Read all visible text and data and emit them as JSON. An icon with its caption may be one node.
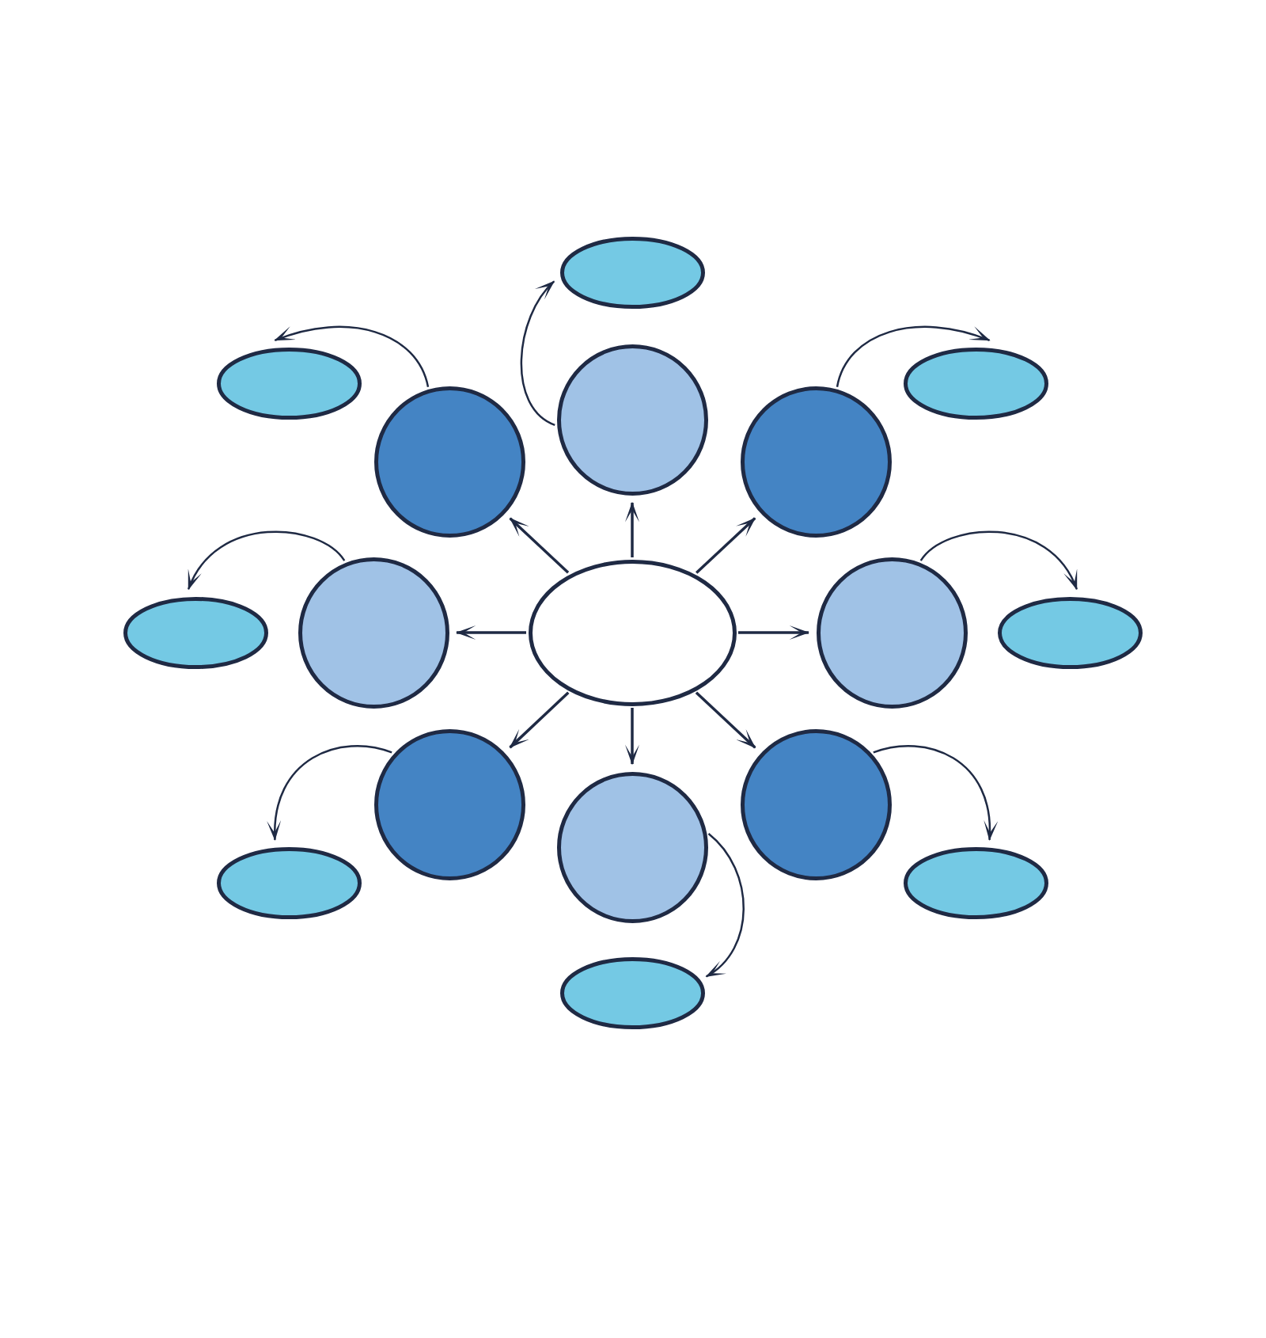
{
  "diagram": {
    "nodes": [
      {
        "text": [],
        "shape": "ellipse"
      },
      {
        "text": [],
        "shape": "circle"
      },
      {
        "text": [],
        "shape": "circle"
      },
      {
        "text": [],
        "shape": "circle"
      },
      {
        "text": [],
        "shape": "circle"
      },
      {
        "text": [],
        "shape": "circle"
      },
      {
        "text": [],
        "shape": "circle"
      },
      {
        "text": [],
        "shape": "circle"
      },
      {
        "text": [],
        "shape": "circle"
      },
      {
        "text": [],
        "shape": "ellipse"
      },
      {
        "text": [],
        "shape": "ellipse"
      },
      {
        "text": [],
        "shape": "ellipse"
      },
      {
        "text": [],
        "shape": "ellipse"
      },
      {
        "text": [],
        "shape": "ellipse"
      },
      {
        "text": [],
        "shape": "ellipse"
      },
      {
        "text": [],
        "shape": "ellipse"
      },
      {
        "text": [],
        "shape": "ellipse"
      }
    ],
    "edges": [
      {
        "from": 0,
        "to": 1,
        "arrow": "to"
      },
      {
        "from": 0,
        "to": 2,
        "arrow": "to"
      },
      {
        "from": 0,
        "to": 3,
        "arrow": "to"
      },
      {
        "from": 0,
        "to": 4,
        "arrow": "to"
      },
      {
        "from": 0,
        "to": 5,
        "arrow": "to"
      },
      {
        "from": 0,
        "to": 6,
        "arrow": "to"
      },
      {
        "from": 0,
        "to": 7,
        "arrow": "to"
      },
      {
        "from": 0,
        "to": 8,
        "arrow": "to"
      },
      {
        "from": 1,
        "to": 9,
        "arrow": "to"
      },
      {
        "from": 2,
        "to": 10,
        "arrow": "to"
      },
      {
        "from": 3,
        "to": 11,
        "arrow": "to"
      },
      {
        "from": 4,
        "to": 12,
        "arrow": "to"
      },
      {
        "from": 5,
        "to": 13,
        "arrow": "to"
      },
      {
        "from": 6,
        "to": 14,
        "arrow": "to"
      },
      {
        "from": 7,
        "to": 15,
        "arrow": "to"
      },
      {
        "from": 8,
        "to": 16,
        "arrow": "to"
      }
    ]
  }
}
